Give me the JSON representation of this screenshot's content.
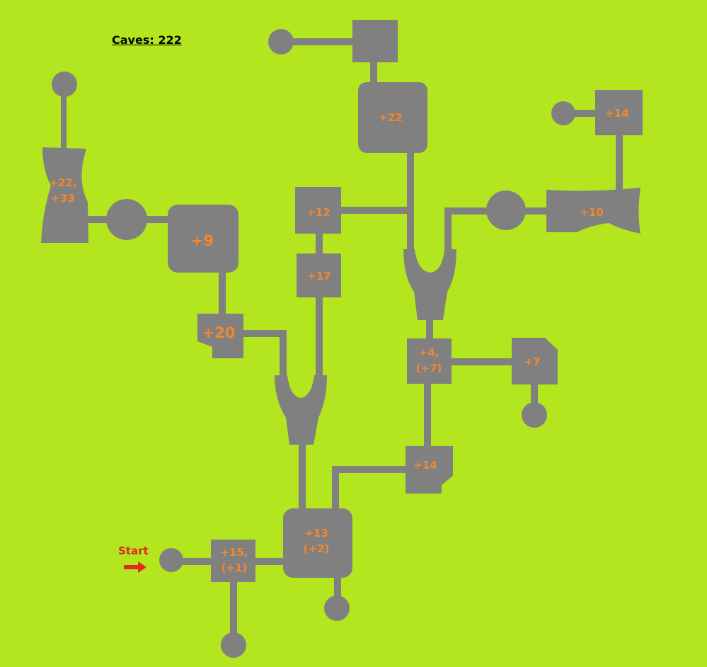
{
  "header": {
    "caves_label": "Caves: 222"
  },
  "start": {
    "label": "Start"
  },
  "colors": {
    "background": "#b3e61e",
    "room": "#808080",
    "room_label": "#f3872f",
    "start": "#e12a1a",
    "caves_text": "#000000"
  },
  "rooms": {
    "top_center": "+22",
    "top_right": "+14",
    "left_tall": "+22,\n+33",
    "left_big": "+9",
    "right_wide": "+10",
    "mid_upper": "+12",
    "mid_lower": "+17",
    "left_small": "+20",
    "right_mid": "+4,\n(+7)",
    "right_small": "+7",
    "right_lower": "+14",
    "center_bottom": "+13\n(+2)",
    "start_room": "+15,\n(+1)"
  }
}
